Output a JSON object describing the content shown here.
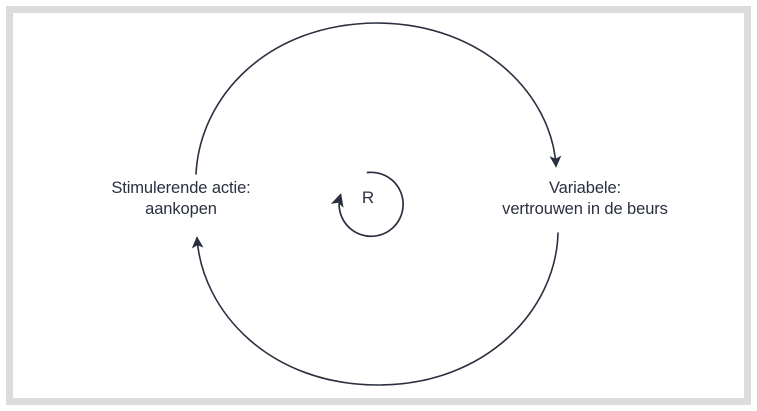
{
  "diagram": {
    "type": "causal-loop-diagram",
    "loop_marker": "R",
    "nodes": [
      {
        "id": "left",
        "lines": [
          "Stimulerende actie:",
          "aankopen"
        ]
      },
      {
        "id": "right",
        "lines": [
          "Variabele:",
          "vertrouwen in de beurs"
        ]
      }
    ],
    "arrows": [
      {
        "id": "top-arc",
        "from": "left",
        "to": "right",
        "direction": "clockwise",
        "arrowhead": "down-right"
      },
      {
        "id": "bottom-arc",
        "from": "right",
        "to": "left",
        "direction": "clockwise",
        "arrowhead": "up-left"
      },
      {
        "id": "center-loop-arc",
        "direction": "counterclockwise",
        "arrowhead": "up"
      }
    ],
    "colors": {
      "stroke": "#2b3040",
      "text": "#2b3040",
      "frame": "#dcdcdc",
      "background": "#ffffff"
    }
  }
}
